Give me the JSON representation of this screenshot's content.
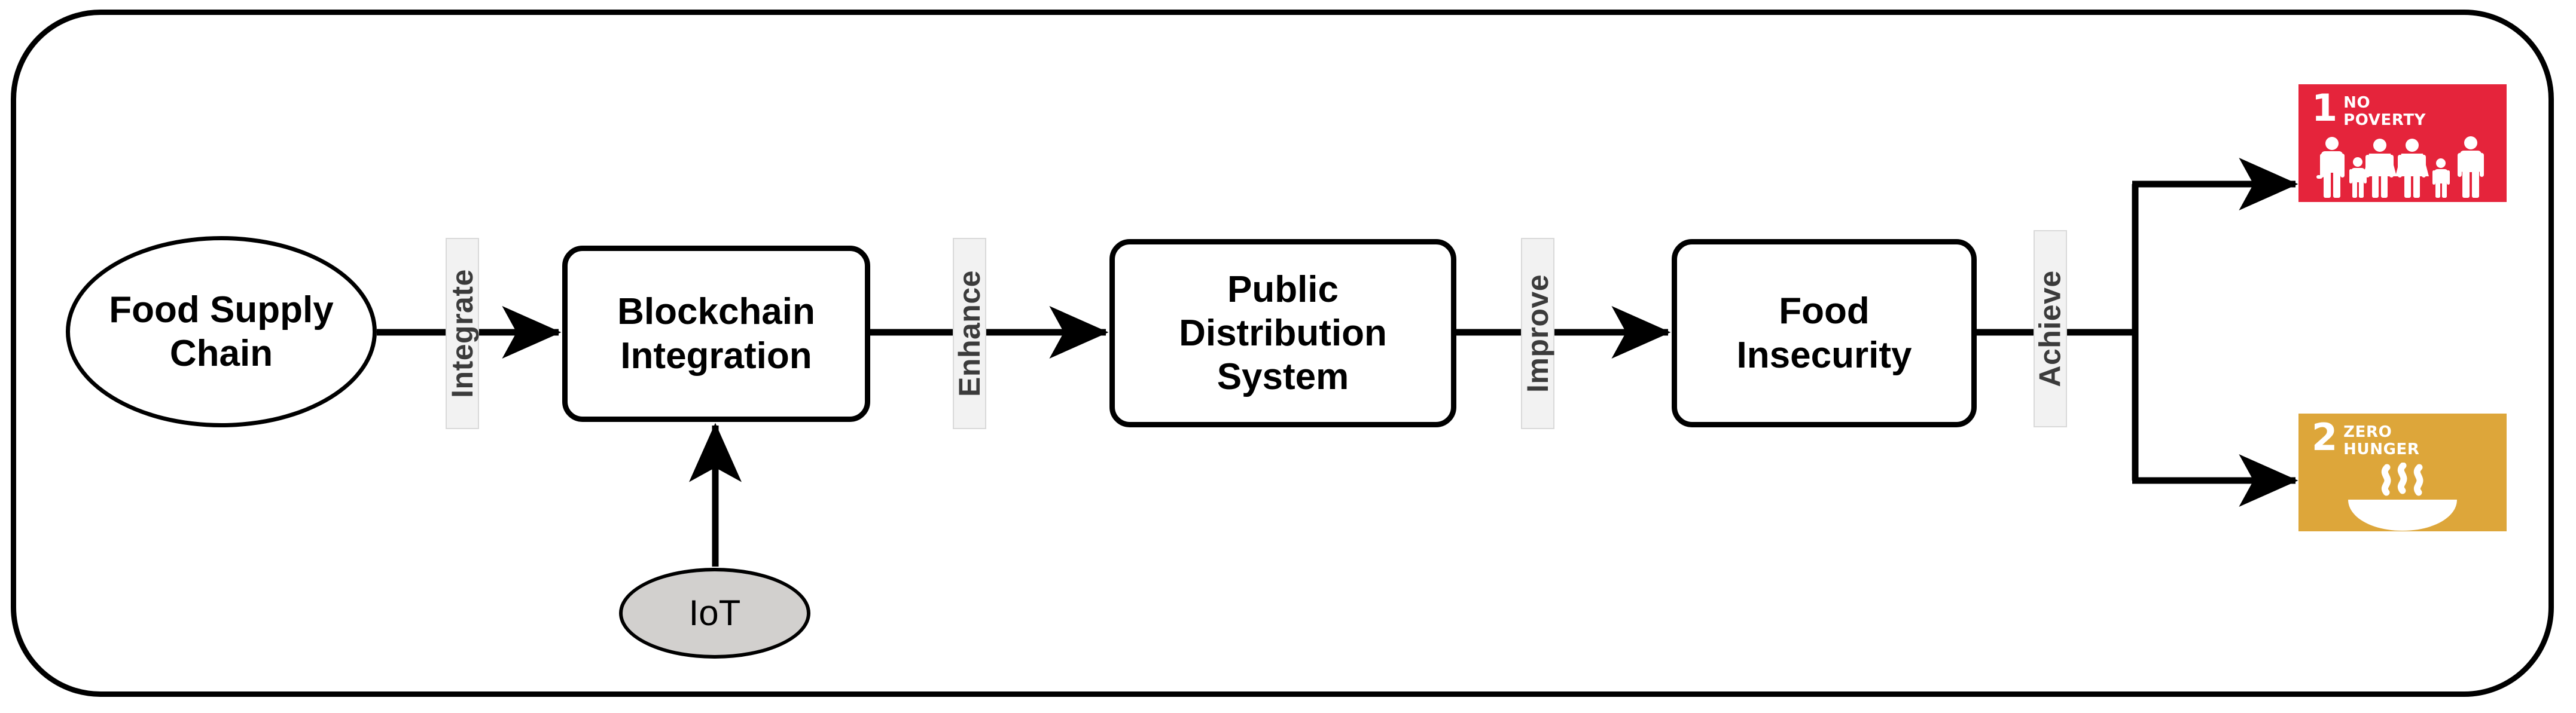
{
  "diagram": {
    "type": "flowchart",
    "orientation": "left-to-right",
    "nodes": [
      {
        "id": "food-supply-chain",
        "label": "Food Supply\nChain",
        "shape": "ellipse",
        "fill": "#FFFFFF"
      },
      {
        "id": "blockchain-integration",
        "label": "Blockchain\nIntegration",
        "shape": "rounded-rect",
        "fill": "#FFFFFF"
      },
      {
        "id": "public-distribution-system",
        "label": "Public\nDistribution\nSystem",
        "shape": "rounded-rect",
        "fill": "#FFFFFF"
      },
      {
        "id": "food-insecurity",
        "label": "Food\nInsecurity",
        "shape": "rounded-rect",
        "fill": "#FFFFFF"
      },
      {
        "id": "iot",
        "label": "IoT",
        "shape": "ellipse",
        "fill": "#D2D0CE"
      }
    ],
    "edge_labels": [
      {
        "id": "integrate",
        "label": "Integrate",
        "from": "food-supply-chain",
        "to": "blockchain-integration"
      },
      {
        "id": "enhance",
        "label": "Enhance",
        "from": "blockchain-integration",
        "to": "public-distribution-system"
      },
      {
        "id": "improve",
        "label": "Improve",
        "from": "public-distribution-system",
        "to": "food-insecurity"
      },
      {
        "id": "achieve",
        "label": "Achieve",
        "from": "food-insecurity",
        "to": "sdg-goals"
      }
    ],
    "unlabeled_edges": [
      {
        "from": "iot",
        "to": "blockchain-integration",
        "direction": "up"
      }
    ]
  },
  "sdg": {
    "goal1": {
      "number": "1",
      "title": "NO\nPOVERTY",
      "color": "#E5243B",
      "icon": "family-group-icon"
    },
    "goal2": {
      "number": "2",
      "title": "ZERO\nHUNGER",
      "color": "#DDA63A",
      "icon": "steaming-bowl-icon"
    }
  },
  "colors": {
    "stroke": "#000000",
    "edge_label_fill": "#F2F2F2",
    "edge_label_border": "#D9D9D9",
    "edge_label_text": "#3B3B3B",
    "iot_fill": "#D2D0CE",
    "background": "#FFFFFF"
  }
}
